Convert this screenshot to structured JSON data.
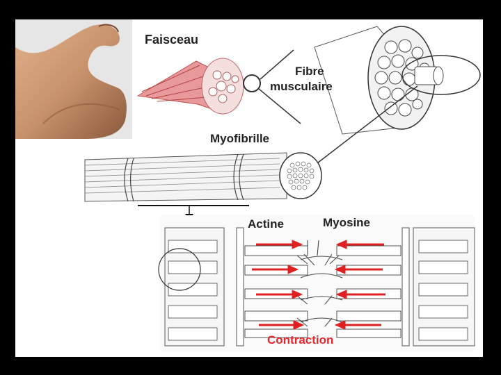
{
  "labels": {
    "faisceau": "Faisceau",
    "fibre": "Fibre",
    "musculaire": "musculaire",
    "myofibrille": "Myofibrille",
    "actine": "Actine",
    "myosine": "Myosine",
    "contraction": "Contraction"
  },
  "colors": {
    "background": "#000000",
    "slide": "#ffffff",
    "arrow_red": "#e02020",
    "contraction_text": "#e8262a",
    "line": "#333333",
    "skin": "#c8936c",
    "muscle_pink": "#e89a9a"
  }
}
